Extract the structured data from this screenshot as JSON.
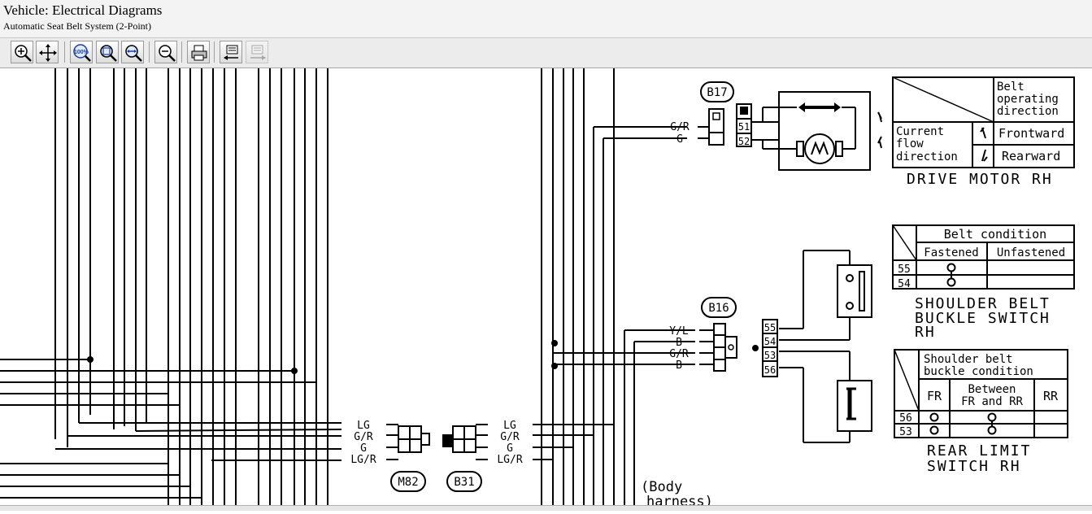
{
  "window": {
    "title": "Vehicle:  Electrical Diagrams",
    "subtitle": "Automatic Seat Belt System (2-Point)"
  },
  "toolbar": {
    "buttons": [
      {
        "icon": "zoom-in-icon"
      },
      {
        "icon": "pan-icon"
      },
      {
        "icon": "zoom-100-icon",
        "label": "100%"
      },
      {
        "icon": "zoom-fit-icon"
      },
      {
        "icon": "zoom-width-icon"
      },
      {
        "icon": "zoom-out-icon"
      },
      {
        "icon": "print-icon"
      },
      {
        "icon": "previous-page-icon"
      },
      {
        "icon": "next-page-icon"
      }
    ]
  },
  "diagram": {
    "connectors": {
      "b17": "B17",
      "b16": "B16",
      "m82": "M82",
      "b31": "B31"
    },
    "pins": {
      "p51": "51",
      "p52": "52",
      "p55": "55",
      "p54": "54",
      "p53": "53",
      "p56": "56"
    },
    "wires": {
      "b17_top": "G/R",
      "b17_bottom": "G",
      "b16_1": "Y/L",
      "b16_2": "B",
      "b16_3": "G/R",
      "b16_4": "B",
      "m82_1": "LG",
      "m82_2": "G/R",
      "m82_3": "G",
      "m82_4": "LG/R",
      "b31_1": "LG",
      "b31_2": "G/R",
      "b31_3": "G",
      "b31_4": "LG/R"
    },
    "harness_note_1": "(Body",
    "harness_note_2": "harness)",
    "drive_motor": {
      "label": "DRIVE MOTOR RH",
      "table_header_1": "Belt",
      "table_header_2": "operating",
      "table_header_3": "direction",
      "row_label_1": "Current",
      "row_label_2": "flow",
      "row_label_3": "direction",
      "frontward": "Frontward",
      "rearward": "Rearward"
    },
    "shoulder_switch": {
      "label_1": "SHOULDER BELT",
      "label_2": "BUCKLE SWITCH",
      "label_3": "RH",
      "table_title": "Belt condition",
      "col_1": "Fastened",
      "col_2": "Unfastened",
      "row_1": "55",
      "row_2": "54"
    },
    "limit_switch": {
      "label_1": "REAR LIMIT",
      "label_2": "SWITCH RH",
      "table_title_1": "Shoulder belt",
      "table_title_2": "buckle condition",
      "col_fr": "FR",
      "col_between_1": "Between",
      "col_between_2": "FR and RR",
      "col_rr": "RR",
      "row_1": "56",
      "row_2": "53"
    }
  }
}
